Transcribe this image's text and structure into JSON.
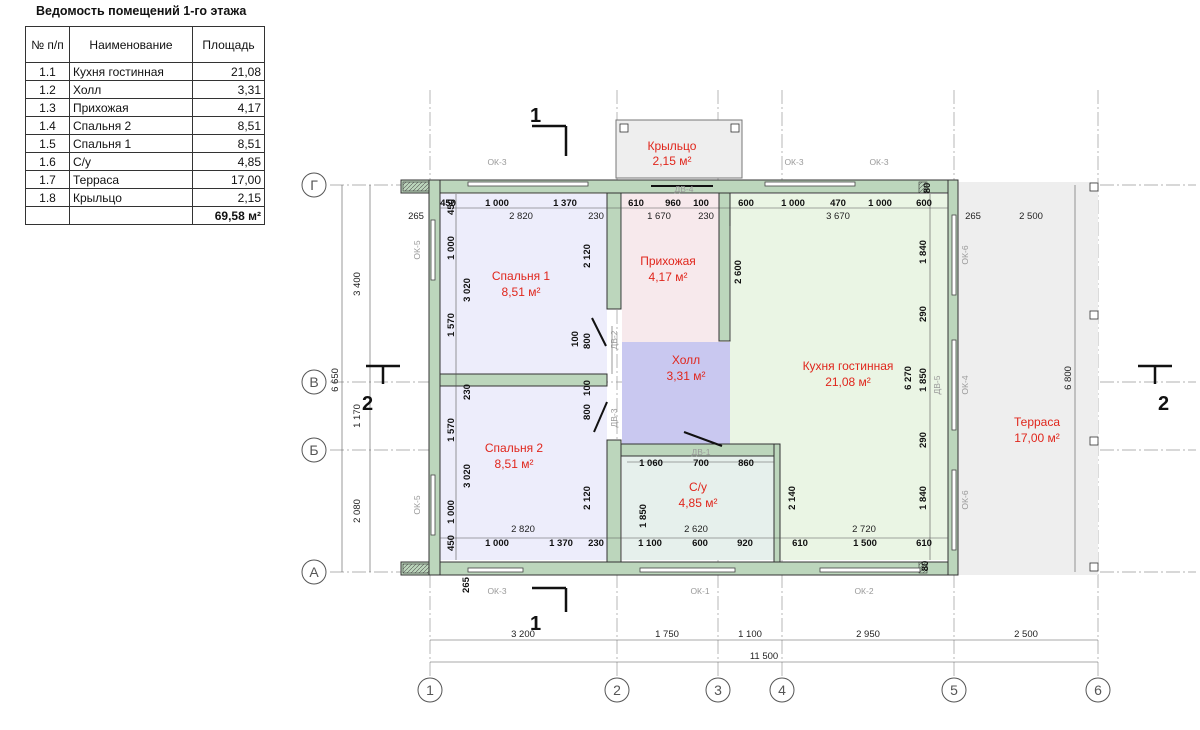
{
  "schedule": {
    "title": "Ведомость помещений 1-го этажа",
    "headers": {
      "no": "№ п/п",
      "name": "Наименование",
      "area": "Площадь"
    },
    "rows": [
      {
        "no": "1.1",
        "name": "Кухня гостинная",
        "area": "21,08"
      },
      {
        "no": "1.2",
        "name": "Холл",
        "area": "3,31"
      },
      {
        "no": "1.3",
        "name": "Прихожая",
        "area": "4,17"
      },
      {
        "no": "1.4",
        "name": "Спальня 2",
        "area": "8,51"
      },
      {
        "no": "1.5",
        "name": "Спальня 1",
        "area": "8,51"
      },
      {
        "no": "1.6",
        "name": "С/у",
        "area": "4,85"
      },
      {
        "no": "1.7",
        "name": "Терраса",
        "area": "17,00"
      },
      {
        "no": "1.8",
        "name": "Крыльцо",
        "area": "2,15"
      }
    ],
    "total": "69,58 м²"
  },
  "rooms": {
    "krylco": {
      "name": "Крыльцо",
      "area": "2,15 м²"
    },
    "spalnya1": {
      "name": "Спальня 1",
      "area": "8,51 м²"
    },
    "prihozhaya": {
      "name": "Прихожая",
      "area": "4,17 м²"
    },
    "holl": {
      "name": "Холл",
      "area": "3,31 м²"
    },
    "kuhnya": {
      "name": "Кухня гостинная",
      "area": "21,08 м²"
    },
    "spalnya2": {
      "name": "Спальня 2",
      "area": "8,51 м²"
    },
    "su": {
      "name": "С/у",
      "area": "4,85 м²"
    },
    "terrasa": {
      "name": "Терраса",
      "area": "17,00 м²"
    }
  },
  "axes": {
    "numbers": [
      "1",
      "2",
      "3",
      "4",
      "5",
      "6"
    ],
    "letters": {
      "g": "Г",
      "v": "В",
      "b": "Б",
      "a": "А"
    }
  },
  "sections": {
    "s1": "1",
    "s2": "2"
  },
  "labels": {
    "ok3": "ОК-3",
    "ok5": "ОК-5",
    "ok6": "ОК-6",
    "ok4": "ОК-4",
    "ok1": "ОК-1",
    "ok2": "ОК-2",
    "dv1": "ДВ-1",
    "dv2": "ДВ-2",
    "dv3": "ДВ-3",
    "dv4": "ДВ-4",
    "dv5": "ДВ-5"
  },
  "dims": {
    "bottom": [
      "3 200",
      "1 750",
      "1 100",
      "2 950",
      "2 500"
    ],
    "total": "11 500",
    "left": [
      "3 400",
      "1 170",
      "2 080"
    ],
    "left_total": "6 650",
    "right_total": "6 800",
    "top_chain": [
      "450",
      "1 000",
      "1 370",
      "610",
      "960",
      "100",
      "600",
      "1 000",
      "470",
      "1 000",
      "600",
      "80"
    ],
    "top_inner": [
      "265",
      "2 820",
      "230",
      "1 670",
      "230",
      "3 670",
      "265",
      "2 500"
    ],
    "bed1": [
      "450",
      "1 000",
      "3 020",
      "1 570",
      "2 120",
      "100",
      "800"
    ],
    "bed2": [
      "230",
      "1 570",
      "3 020",
      "1 000",
      "450",
      "2 120",
      "800",
      "100"
    ],
    "kit": [
      "2 600",
      "1 840",
      "290",
      "6 270",
      "1 850",
      "290",
      "1 840",
      "2 140"
    ],
    "bot_inner": [
      "2 820",
      "2 620",
      "2 720"
    ],
    "bot_chain": [
      "1 000",
      "1 370",
      "230",
      "1 100",
      "600",
      "920",
      "610",
      "1 500",
      "610",
      "80",
      "265"
    ],
    "su_top": [
      "1 060",
      "700",
      "860"
    ],
    "su_side": "1 850"
  }
}
